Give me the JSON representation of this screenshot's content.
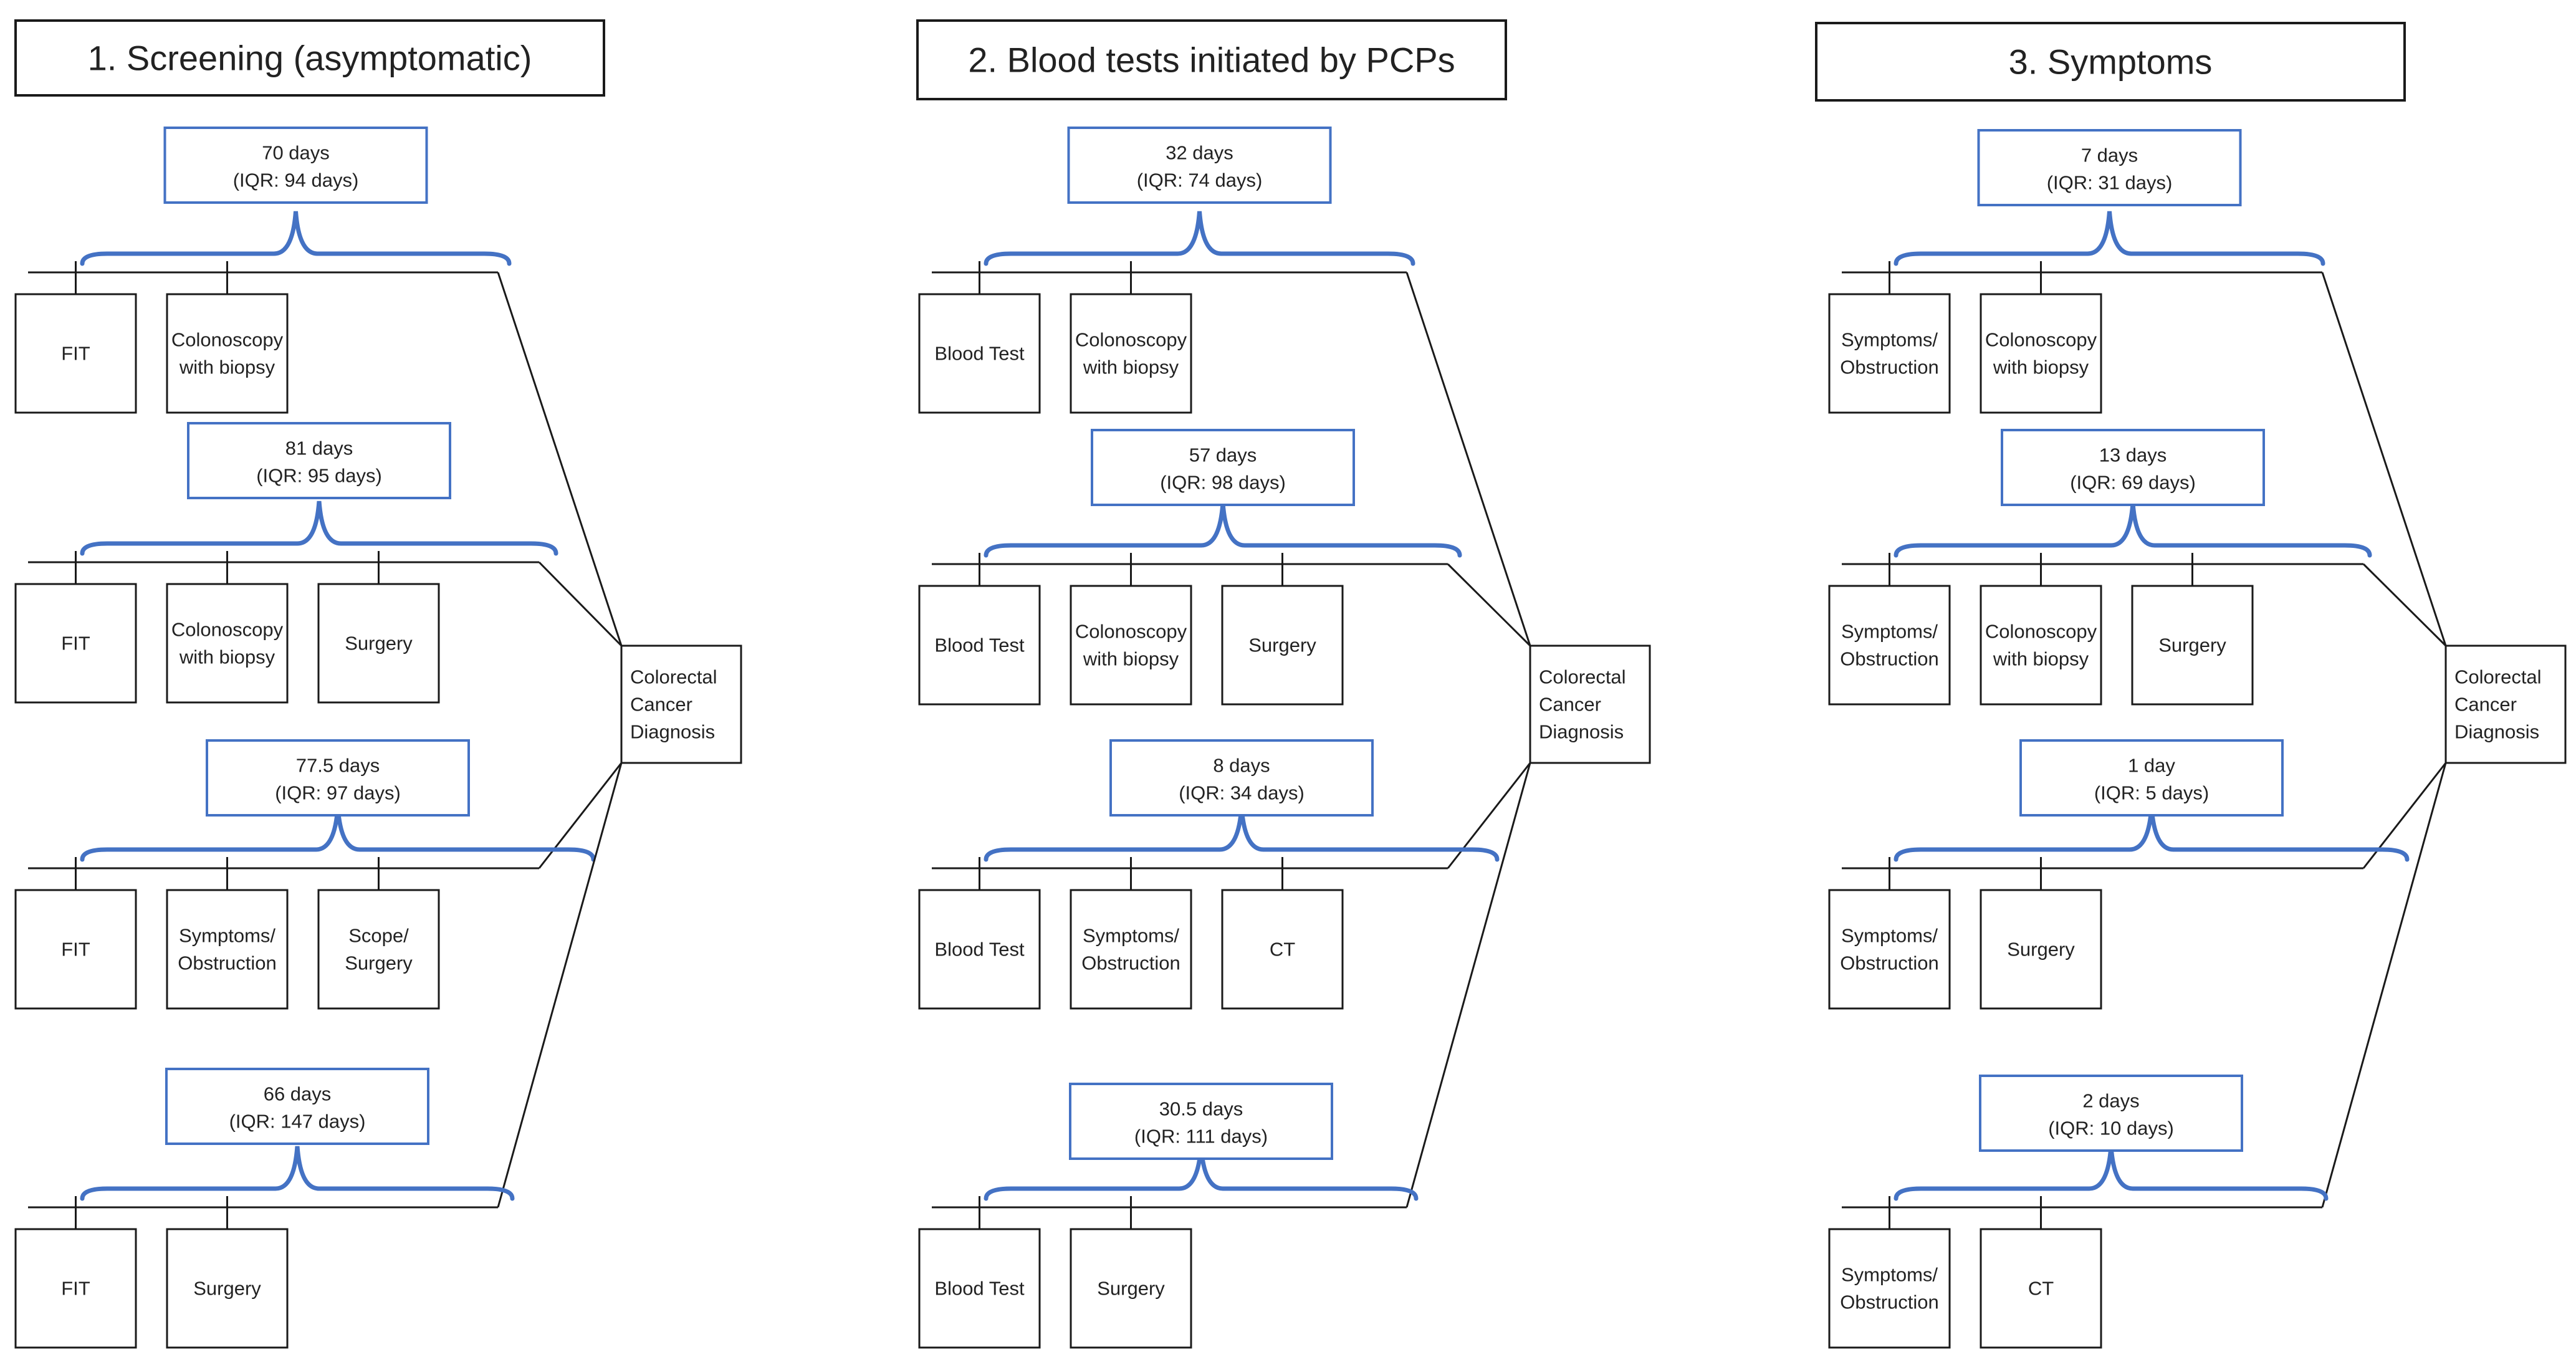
{
  "panels": [
    {
      "title": "1. Screening (asymptomatic)",
      "diagnosis": [
        "Colorectal",
        "Cancer",
        "Diagnosis"
      ],
      "pathways": [
        {
          "duration": "70 days",
          "iqr": "(IQR: 94 days)",
          "steps": [
            [
              "FIT"
            ],
            [
              "Colonoscopy",
              "with biopsy"
            ]
          ]
        },
        {
          "duration": "81 days",
          "iqr": "(IQR: 95 days)",
          "steps": [
            [
              "FIT"
            ],
            [
              "Colonoscopy",
              "with biopsy"
            ],
            [
              "Surgery"
            ]
          ]
        },
        {
          "duration": "77.5 days",
          "iqr": "(IQR: 97 days)",
          "steps": [
            [
              "FIT"
            ],
            [
              "Symptoms/",
              "Obstruction"
            ],
            [
              "Scope/",
              "Surgery"
            ]
          ]
        },
        {
          "duration": "66 days",
          "iqr": "(IQR: 147 days)",
          "steps": [
            [
              "FIT"
            ],
            [
              "Surgery"
            ]
          ]
        }
      ]
    },
    {
      "title": "2. Blood tests initiated by PCPs",
      "diagnosis": [
        "Colorectal",
        "Cancer",
        "Diagnosis"
      ],
      "pathways": [
        {
          "duration": "32 days",
          "iqr": "(IQR: 74 days)",
          "steps": [
            [
              "Blood Test"
            ],
            [
              "Colonoscopy",
              "with biopsy"
            ]
          ]
        },
        {
          "duration": "57 days",
          "iqr": "(IQR: 98 days)",
          "steps": [
            [
              "Blood Test"
            ],
            [
              "Colonoscopy",
              "with biopsy"
            ],
            [
              "Surgery"
            ]
          ]
        },
        {
          "duration": "8 days",
          "iqr": "(IQR: 34 days)",
          "steps": [
            [
              "Blood Test"
            ],
            [
              "Symptoms/",
              "Obstruction"
            ],
            [
              "CT"
            ]
          ]
        },
        {
          "duration": "30.5 days",
          "iqr": "(IQR: 111 days)",
          "steps": [
            [
              "Blood Test"
            ],
            [
              "Surgery"
            ]
          ]
        }
      ]
    },
    {
      "title": "3. Symptoms",
      "diagnosis": [
        "Colorectal",
        "Cancer",
        "Diagnosis"
      ],
      "pathways": [
        {
          "duration": "7 days",
          "iqr": "(IQR: 31 days)",
          "steps": [
            [
              "Symptoms/",
              "Obstruction"
            ],
            [
              "Colonoscopy",
              "with biopsy"
            ]
          ]
        },
        {
          "duration": "13 days",
          "iqr": "(IQR: 69 days)",
          "steps": [
            [
              "Symptoms/",
              "Obstruction"
            ],
            [
              "Colonoscopy",
              "with biopsy"
            ],
            [
              "Surgery"
            ]
          ]
        },
        {
          "duration": "1 day",
          "iqr": "(IQR: 5 days)",
          "steps": [
            [
              "Symptoms/",
              "Obstruction"
            ],
            [
              "Surgery"
            ]
          ]
        },
        {
          "duration": "2 days",
          "iqr": "(IQR: 10 days)",
          "steps": [
            [
              "Symptoms/",
              "Obstruction"
            ],
            [
              "CT"
            ]
          ]
        }
      ]
    }
  ],
  "colors": {
    "brace": "#4472c4",
    "duration_box_border": "#4472c4",
    "box_border": "#1a1a1a",
    "line": "#1a1a1a"
  }
}
